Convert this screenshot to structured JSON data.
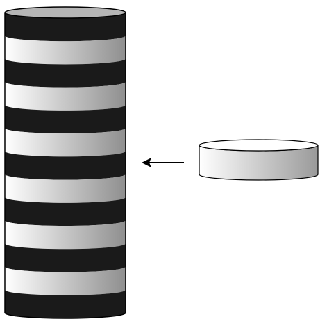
{
  "diagram": {
    "stack": {
      "band_pattern": [
        "dark",
        "light",
        "dark",
        "light",
        "dark",
        "light",
        "dark",
        "light",
        "dark",
        "light",
        "dark",
        "light",
        "dark"
      ],
      "colors": {
        "dark": "#1a1a1a",
        "light_left": "#ffffff",
        "light_right": "#8f8f8f",
        "top_cap": "#b5b5b5",
        "outline": "#000000"
      }
    },
    "disc": {
      "colors": {
        "light_left": "#ffffff",
        "light_right": "#9a9a9a",
        "outline": "#000000"
      }
    },
    "arrow": {
      "direction": "left",
      "color": "#000000"
    }
  }
}
